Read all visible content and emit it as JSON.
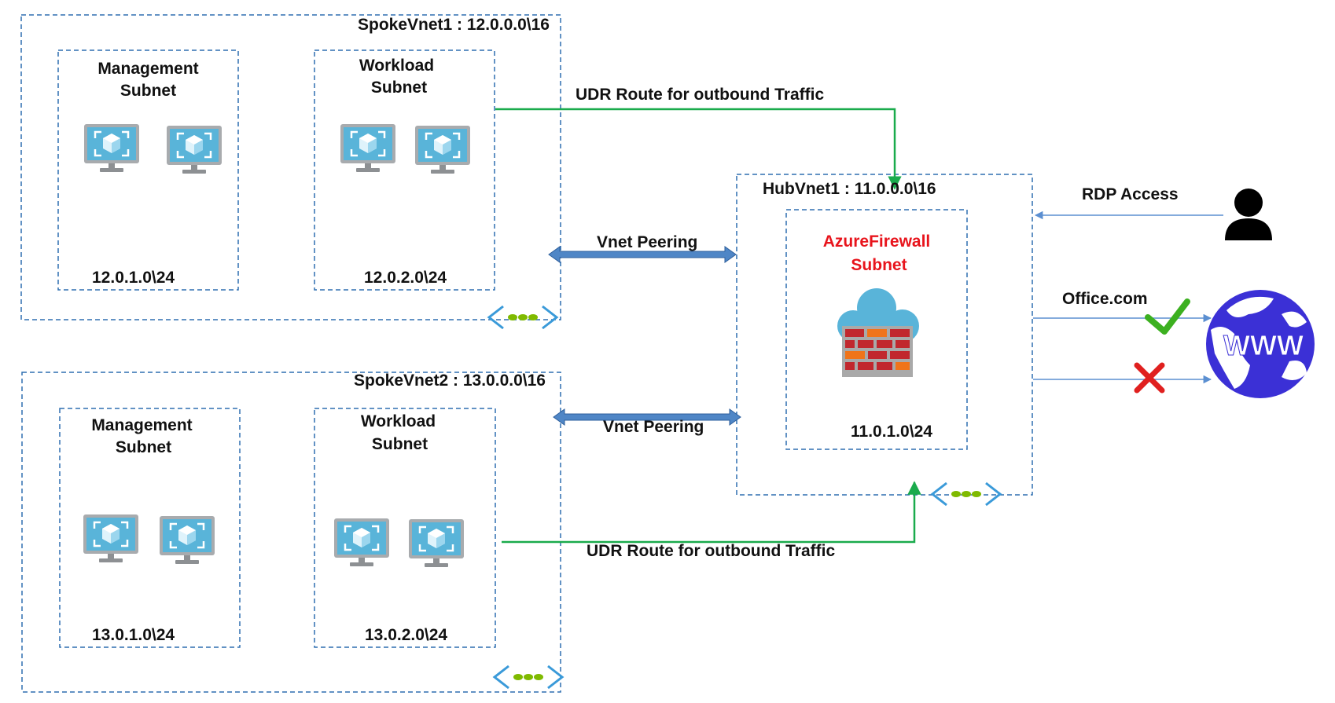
{
  "spoke1": {
    "title": "SpokeVnet1 : 12.0.0.0\\16",
    "mgmt": {
      "line1": "Management",
      "line2": "Subnet",
      "cidr": "12.0.1.0\\24"
    },
    "workload": {
      "line1": "Workload",
      "line2": "Subnet",
      "cidr": "12.0.2.0\\24"
    }
  },
  "spoke2": {
    "title": "SpokeVnet2 : 13.0.0.0\\16",
    "mgmt": {
      "line1": "Management",
      "line2": "Subnet",
      "cidr": "13.0.1.0\\24"
    },
    "workload": {
      "line1": "Workload",
      "line2": "Subnet",
      "cidr": "13.0.2.0\\24"
    }
  },
  "hub": {
    "title": "HubVnet1 : 11.0.0.0\\16",
    "firewall": {
      "line1": "AzureFirewall",
      "line2": "Subnet",
      "cidr": "11.0.1.0\\24"
    }
  },
  "links": {
    "udr_top": "UDR Route for outbound Traffic",
    "udr_bottom": "UDR Route for outbound Traffic",
    "peering_top": "Vnet Peering",
    "peering_bottom": "Vnet Peering",
    "rdp": "RDP Access",
    "office": "Office.com"
  },
  "icons": {
    "vm": "virtual-machine-icon",
    "vnet": "vnet-icon",
    "firewall": "azure-firewall-icon",
    "user": "user-icon",
    "internet": "www-globe-icon",
    "allow": "green-check-icon",
    "deny": "red-x-icon"
  },
  "colors": {
    "box_border": "#2e6fb0",
    "udr_line": "#1aab4c",
    "peering_arrow": "#4f86c6",
    "thin_arrow": "#5b8fd1",
    "firewall_label": "#e8141c",
    "globe": "#3b30d6",
    "vm_screen": "#59b4d9",
    "vnet_dots": "#7fba00"
  }
}
